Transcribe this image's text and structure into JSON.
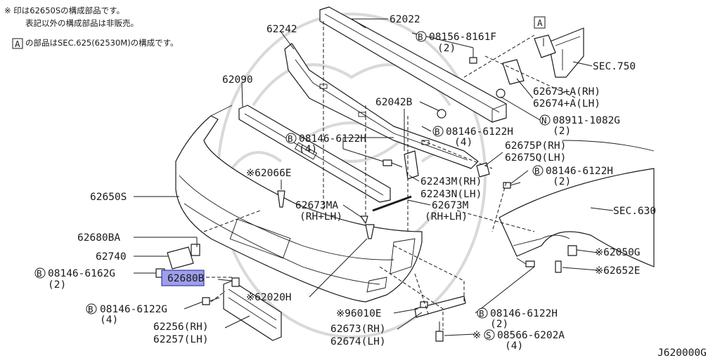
{
  "notes": {
    "line1": "※ 印は62650Sの構成部品です。",
    "line2": "表記以外の構成部品は非販売。",
    "line3": "の部品はSEC.625(62530M)の構成です。",
    "boxed_letter": "A"
  },
  "callouts": {
    "p62022": "62022",
    "p62242": "62242",
    "p62090": "62090",
    "p62650S": "62650S",
    "p62680BA": "62680BA",
    "p62740": "62740",
    "p62680B": "62680B",
    "p62256": "62256(RH)",
    "p62257": "62257(LH)",
    "p62066E": "※62066E",
    "p62020H": "※62020H",
    "p96010E": "※96010E",
    "p62673": "62673(RH)",
    "p62674": "62674(LH)",
    "p62673MA": "62673MA",
    "p62673MA_side": "(RH+LH)",
    "p62673M": "62673M",
    "p62673M_side": "(RH+LH)",
    "p62243M": "62243M(RH)",
    "p62243N": "62243N(LH)",
    "p62042B": "62042B",
    "p62675P": "62675P(RH)",
    "p62675Q": "62675Q(LH)",
    "p62673A": "62673+A(RH)",
    "p62674A": "62674+A(LH)",
    "p62050G": "※62050G",
    "p62652E": "※62652E",
    "sec750": "SEC.750",
    "sec630": "SEC.630",
    "boxA": "A"
  },
  "fasteners": {
    "f08156": {
      "prefix": "B",
      "code": "08156-8161F",
      "qty": "(2)"
    },
    "f08146_top": {
      "prefix": "B",
      "code": "08146-6122H",
      "qty": "(4)"
    },
    "f08146_mid": {
      "prefix": "B",
      "code": "08146-6122H",
      "qty": "(4)"
    },
    "f08146_right": {
      "prefix": "B",
      "code": "08146-6122H",
      "qty": "(2)"
    },
    "f08911": {
      "prefix": "N",
      "code": "08911-1082G",
      "qty": "(2)"
    },
    "f08146_6162G": {
      "prefix": "B",
      "code": "08146-6162G",
      "qty": "(2)"
    },
    "f08146_left": {
      "prefix": "B",
      "code": "08146-6122G",
      "qty": "(4)"
    },
    "f08146_bottom": {
      "prefix": "B",
      "code": "08146-6122H",
      "qty": "(2)"
    },
    "f08566": {
      "prefix": "S",
      "code": "08566-6202A",
      "qty": "(4)",
      "mark": "※"
    }
  },
  "diagram_code": "J620000G",
  "highlight_color": "#9e9eea"
}
